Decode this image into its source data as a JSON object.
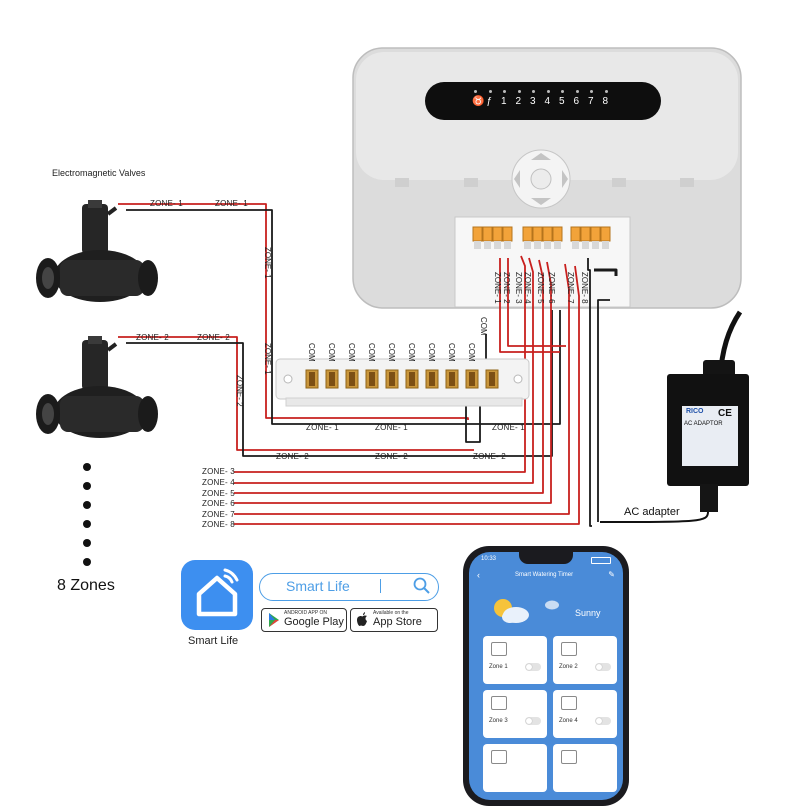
{
  "valves_title": "Electromagnetic Valves",
  "zone_labels": {
    "zone1": "ZONE- 1",
    "zone2": "ZONE- 2",
    "zone3": "ZONE- 3",
    "zone4": "ZONE- 4",
    "zone5": "ZONE- 5",
    "zone6": "ZONE- 6",
    "zone7": "ZONE- 7",
    "zone8": "ZONE- 8"
  },
  "com_label": "COM",
  "controller": {
    "display_glyphs": [
      "♉",
      "ƒ",
      "1",
      "2",
      "3",
      "4",
      "5",
      "6",
      "7",
      "8"
    ]
  },
  "zones_count_label": "8 Zones",
  "adapter": {
    "caption": "AC adapter",
    "brand": "RICO",
    "title": "AC ADAPTOR",
    "ce": "CE"
  },
  "smart_life": {
    "app_name": "Smart Life",
    "search_text": "Smart Life",
    "google_play_small": "ANDROID APP ON",
    "google_play": "Google Play",
    "app_store_small": "Available on the",
    "app_store": "App Store"
  },
  "phone": {
    "time": "10:33",
    "title": "Smart Watering Timer",
    "weather": "Sunny",
    "cards": [
      "Zone 1",
      "Zone 2",
      "Zone 3",
      "Zone 4"
    ]
  },
  "colors": {
    "wire_red": "#c8201e",
    "wire_black": "#1a1a1a",
    "brass": "#c9963c",
    "app_blue": "#3d8ff0",
    "screen_blue": "#4a8bd8"
  }
}
